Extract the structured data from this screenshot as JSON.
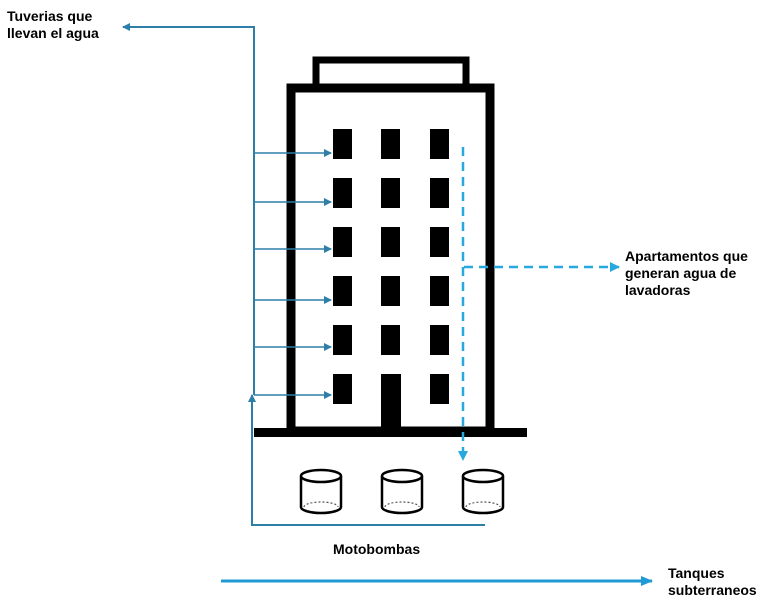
{
  "colors": {
    "building": "#000000",
    "supply_pipe": "#2e7fa8",
    "greywater": "#29a8e0",
    "bottom_arrow": "#1f9ad6"
  },
  "labels": {
    "pipes": [
      "Tuverias que",
      "llevan el agua"
    ],
    "apartments": [
      "Apartamentos que",
      "generan agua de",
      "lavadoras"
    ],
    "pumps": "Motobombas",
    "tanks": [
      "Tanques",
      "subterraneos"
    ]
  },
  "diagram": {
    "floors": 6,
    "window_columns": 3,
    "pump_count": 3,
    "icons": [
      "building-icon",
      "tank-icon",
      "supply-pipe",
      "greywater-arrow"
    ]
  }
}
